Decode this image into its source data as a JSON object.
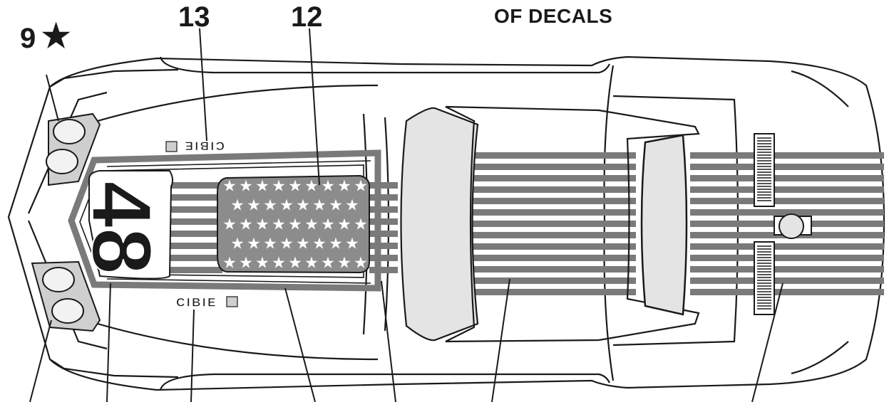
{
  "header": {
    "title": "OF DECALS"
  },
  "callouts": {
    "nine": "9",
    "nine_mark": "★",
    "thirteen": "13",
    "twelve": "12"
  },
  "car": {
    "race_number": "48",
    "sponsor_upper": "CIBIE",
    "sponsor_lower": "CIBIE",
    "flag_star_rows": 5,
    "flag_star_cols": 9
  },
  "colors": {
    "ink": "#1a1a1a",
    "stripe": "#7a7a7a",
    "flag_field": "#8c8c8c",
    "glass": "#e4e4e4",
    "lamp": "#cfcfcf"
  }
}
